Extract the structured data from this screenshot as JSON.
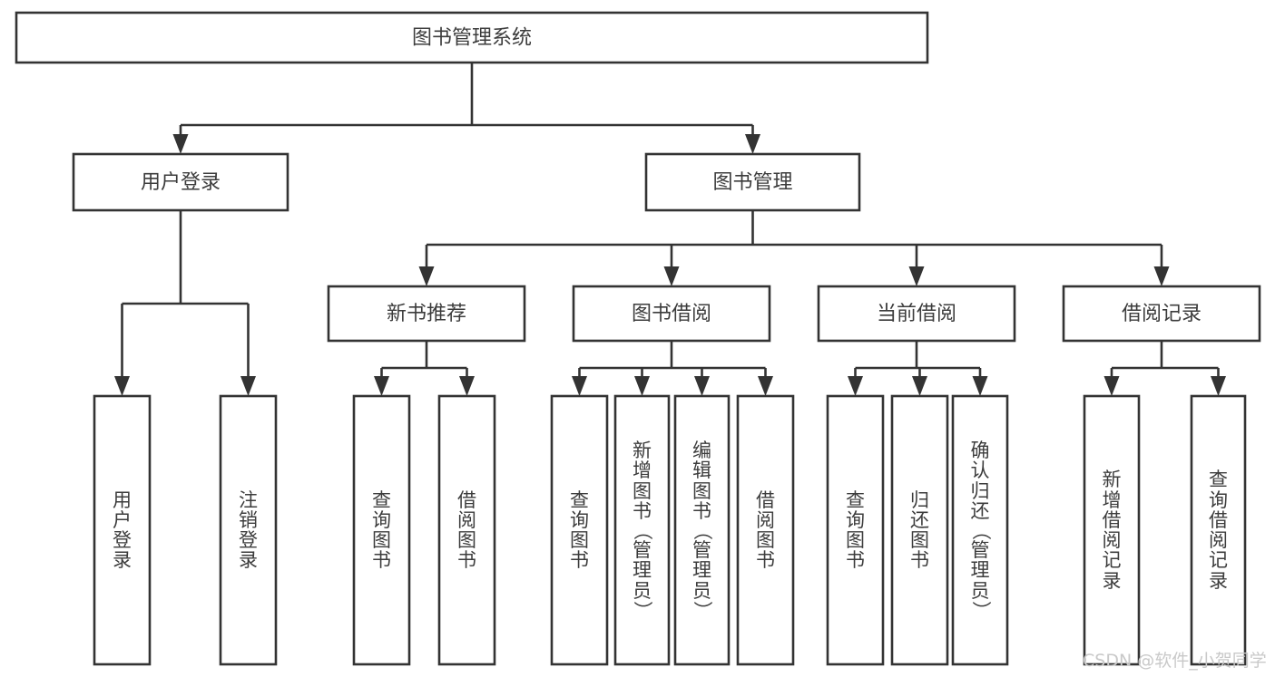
{
  "diagram": {
    "title": "图书管理系统",
    "type": "tree-hierarchy-chart",
    "orientation": "top-down",
    "colors": {
      "box_stroke": "#333333",
      "box_fill": "#ffffff",
      "text": "#3c3c3c",
      "connector": "#333333",
      "watermark": "#c9c9c9",
      "background": "#ffffff"
    },
    "nodes": {
      "root": {
        "label": "图书管理系统",
        "level": 1,
        "orientation": "horizontal"
      },
      "l2": [
        {
          "label": "用户登录",
          "level": 2,
          "orientation": "horizontal"
        },
        {
          "label": "图书管理",
          "level": 2,
          "orientation": "horizontal"
        }
      ],
      "l3": [
        {
          "label": "新书推荐",
          "level": 3,
          "orientation": "horizontal",
          "parent": "图书管理"
        },
        {
          "label": "图书借阅",
          "level": 3,
          "orientation": "horizontal",
          "parent": "图书管理"
        },
        {
          "label": "当前借阅",
          "level": 3,
          "orientation": "horizontal",
          "parent": "图书管理"
        },
        {
          "label": "借阅记录",
          "level": 3,
          "orientation": "horizontal",
          "parent": "图书管理"
        }
      ],
      "leaves": [
        {
          "label": "用户登录",
          "orientation": "vertical",
          "parent": "用户登录"
        },
        {
          "label": "注销登录",
          "orientation": "vertical",
          "parent": "用户登录"
        },
        {
          "label": "查询图书",
          "orientation": "vertical",
          "parent": "新书推荐"
        },
        {
          "label": "借阅图书",
          "orientation": "vertical",
          "parent": "新书推荐"
        },
        {
          "label": "查询图书",
          "orientation": "vertical",
          "parent": "图书借阅"
        },
        {
          "label": "新增图书（管理员）",
          "orientation": "vertical",
          "parent": "图书借阅"
        },
        {
          "label": "编辑图书（管理员）",
          "orientation": "vertical",
          "parent": "图书借阅"
        },
        {
          "label": "借阅图书",
          "orientation": "vertical",
          "parent": "图书借阅"
        },
        {
          "label": "查询图书",
          "orientation": "vertical",
          "parent": "当前借阅"
        },
        {
          "label": "归还图书",
          "orientation": "vertical",
          "parent": "当前借阅"
        },
        {
          "label": "确认归还（管理员）",
          "orientation": "vertical",
          "parent": "当前借阅"
        },
        {
          "label": "新增借阅记录",
          "orientation": "vertical",
          "parent": "借阅记录"
        },
        {
          "label": "查询借阅记录",
          "orientation": "vertical",
          "parent": "借阅记录"
        }
      ]
    }
  },
  "watermark": {
    "text": "CSDN @软件_小贺同学"
  }
}
